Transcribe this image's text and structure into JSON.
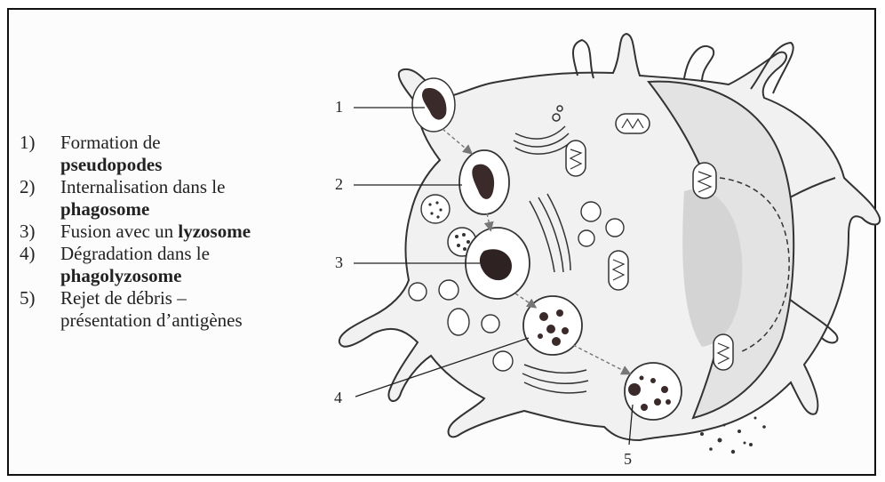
{
  "steps": [
    {
      "num": "1)",
      "text": "Formation de",
      "bold": "pseudopodes"
    },
    {
      "num": "2)",
      "text": "Internalisation dans le",
      "bold": "phagosome"
    },
    {
      "num": "3)",
      "text": "Fusion avec un",
      "bold": "lyzosome"
    },
    {
      "num": "4)",
      "text": "Dégradation dans le",
      "bold": "phagolyzosome"
    },
    {
      "num": "5)",
      "text": "Rejet de débris –",
      "line2": "présentation d’antigènes"
    }
  ],
  "callouts": [
    "1",
    "2",
    "3",
    "4",
    "5"
  ]
}
